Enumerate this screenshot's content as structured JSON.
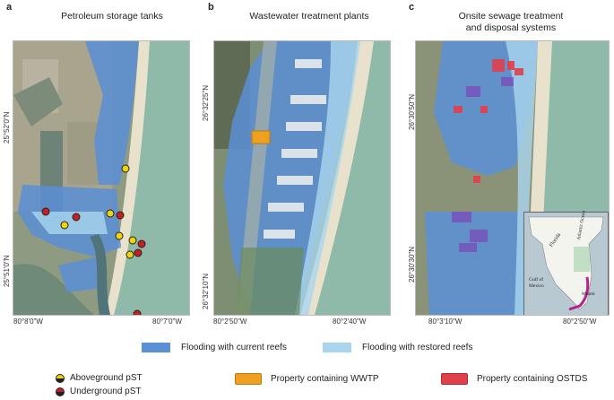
{
  "panels": [
    {
      "letter": "a",
      "title": "Petroleum storage tanks",
      "x_ticks": [
        "80°8'0\"W",
        "80°7'0\"W"
      ],
      "y_ticks": [
        "25°52'0\"N",
        "25°51'0\"N"
      ]
    },
    {
      "letter": "b",
      "title": "Wastewater treatment plants",
      "x_ticks": [
        "80°2'50\"W",
        "80°2'40\"W"
      ],
      "y_ticks": [
        "26°32'25\"N",
        "26°32'10\"N"
      ]
    },
    {
      "letter": "c",
      "title_line1": "Onsite sewage treatment",
      "title_line2": "and disposal systems",
      "x_ticks": [
        "80°3'10\"W",
        "80°2'50\"W"
      ],
      "y_ticks": [
        "26°30'50\"N",
        "26°30'30\"N"
      ]
    }
  ],
  "inset": {
    "labels": [
      "Florida",
      "Atlantic Ocean",
      "Gulf of Mexico",
      "Miami"
    ]
  },
  "legend": {
    "current": "Flooding with current reefs",
    "restored": "Flooding with restored reefs",
    "aboveground": "Aboveground pST",
    "underground": "Underground pST",
    "wwtp": "Property containing WWTP",
    "ostds": "Property containing OSTDS"
  },
  "colors": {
    "current": "#5b8fd6",
    "restored": "#a9d6ee",
    "wwtp": "#f0a020",
    "ostds": "#e0404c",
    "aboveground": "#f2d20a",
    "underground": "#c81e1e",
    "ocean": "#8fb9a8"
  }
}
